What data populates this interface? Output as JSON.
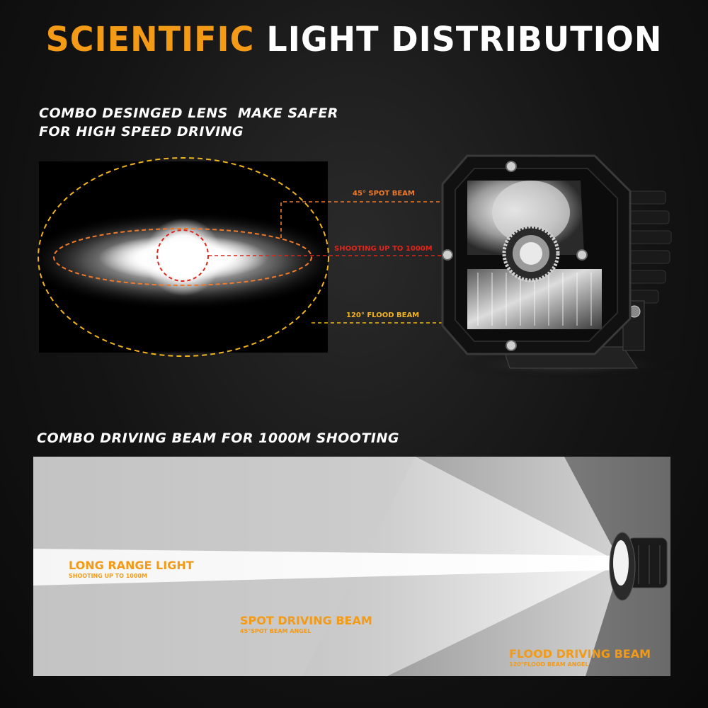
{
  "title": {
    "part1": "SCIENTIFIC",
    "part2": "LIGHT DISTRIBUTION"
  },
  "section1": {
    "heading_line1": "COMBO DESINGED LENS  MAKE SAFER",
    "heading_line2": "FOR HIGH SPEED DRIVING",
    "callouts": {
      "spot": "45° SPOT BEAM",
      "shooting": "SHOOTING UP TO 1000M",
      "flood": "120° FLOOD BEAM"
    }
  },
  "section2": {
    "heading": "COMBO DRIVING BEAM FOR 1000M SHOOTING",
    "labels": {
      "long_range": {
        "main": "LONG RANGE LIGHT",
        "sub": "SHOOTING UP TO 1000M"
      },
      "spot": {
        "main": "SPOT DRIVING BEAM",
        "sub": "45°SPOT BEAM ANGEL"
      },
      "flood": {
        "main": "FLOOD DRIVING BEAM",
        "sub": "120°FLOOD BEAM ANGEL"
      }
    }
  },
  "colors": {
    "accent": "#f39a16",
    "red": "#e0251b",
    "orange": "#f07a2a",
    "yellow": "#f3b41b"
  }
}
